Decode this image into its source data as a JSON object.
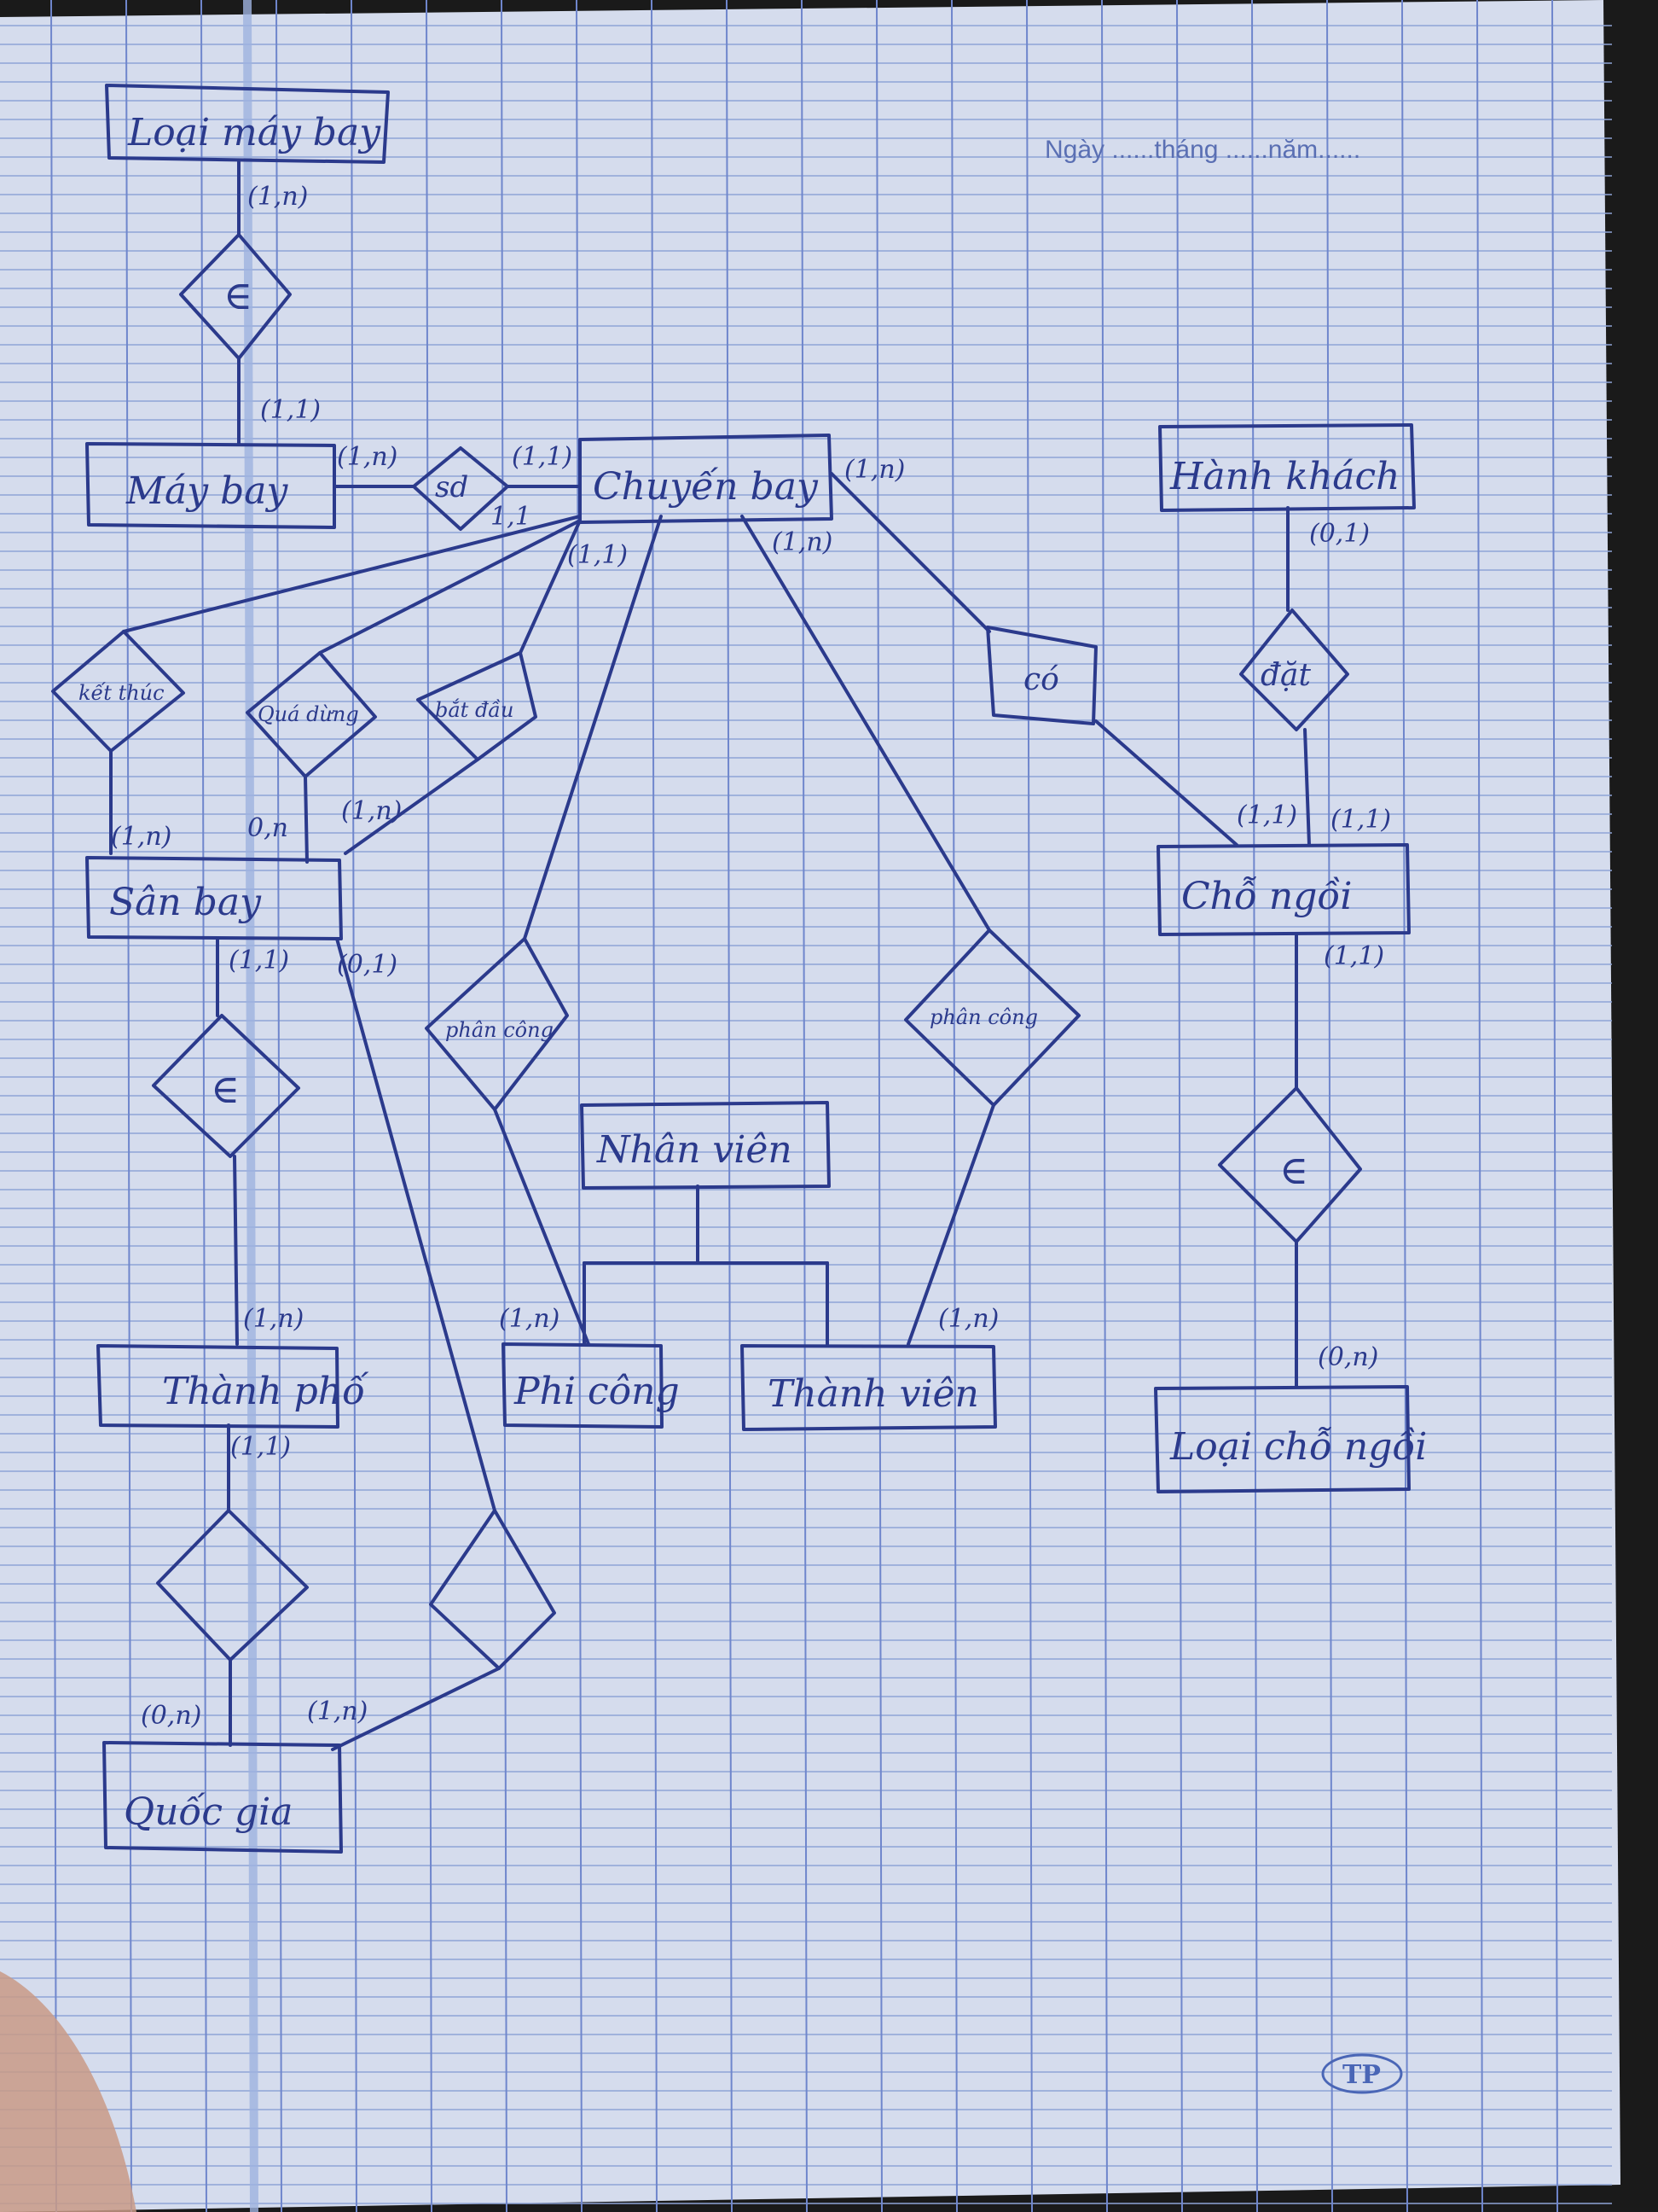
{
  "header": {
    "date_line": "Ngày ......tháng ......năm......"
  },
  "logo": "TP",
  "entities": {
    "loai_may_bay": "Loại máy bay",
    "may_bay": "Máy bay",
    "chuyen_bay": "Chuyến bay",
    "hanh_khach": "Hành khách",
    "san_bay": "Sân bay",
    "cho_ngoi": "Chỗ ngồi",
    "nhan_vien": "Nhân viên",
    "phi_cong": "Phi công",
    "thanh_vien": "Thành viên",
    "thanh_pho": "Thành phố",
    "quoc_gia": "Quốc gia",
    "loai_cho_ngoi": "Loại chỗ ngồi"
  },
  "relationships": {
    "e1": "∈",
    "sd": "sd",
    "ket_thuc": "kết thúc",
    "qua_dau": "Quá dừng",
    "bat_dau": "bắt đầu",
    "co": "có",
    "dat": "đặt",
    "phan_cong_1": "phân công",
    "phan_cong_2": "phân công",
    "e2": "∈",
    "e3": "∈"
  },
  "cardinalities": {
    "lmb_top": "(1,n)",
    "lmb_bottom": "(1,1)",
    "mb_sd": "(1,n)",
    "sd_cb": "(1,1)",
    "sd_low": "1,1",
    "cb_right": "(1,n)",
    "cb_low": "(1,1)",
    "cb_mid": "(1,n)",
    "hk": "(0,1)",
    "cn_left": "(1,1)",
    "cn_right": "(1,1)",
    "cn_bottom": "(1,1)",
    "sb_1": "(1,n)",
    "sb_2": "0,n",
    "sb_3": "(1,n)",
    "sb_b1": "(1,1)",
    "sb_b2": "(0,1)",
    "pc": "(1,n)",
    "tv": "(1,n)",
    "tp_top": "(1,n)",
    "tp_bottom": "(1,1)",
    "qg_1": "(0,n)",
    "qg_2": "(1,n)",
    "lcn": "(0,n)"
  }
}
